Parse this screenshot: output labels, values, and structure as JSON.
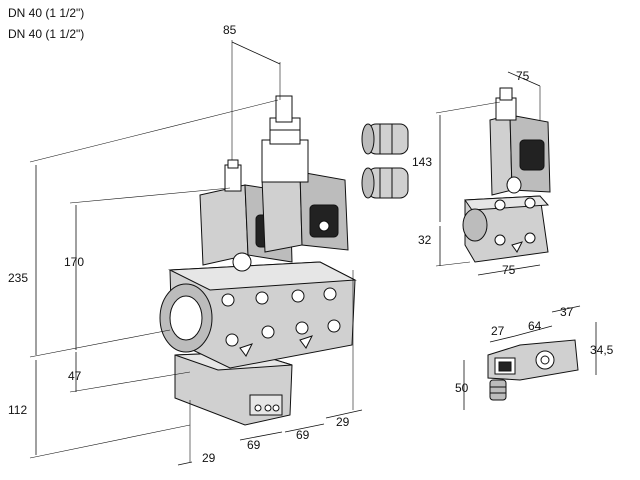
{
  "header": {
    "line1": "DN 40 (1 1/2\")",
    "line2": "DN 40 (1 1/2\")"
  },
  "dimensions": {
    "d85": "85",
    "d75_top": "75",
    "d143": "143",
    "d235": "235",
    "d170": "170",
    "d32": "32",
    "d75_bottom": "75",
    "d27": "27",
    "d64": "64",
    "d37": "37",
    "d34_5": "34,5",
    "d47": "47",
    "d50": "50",
    "d112": "112",
    "d29_right": "29",
    "d69_a": "69",
    "d69_b": "69",
    "d29_bottom": "29"
  },
  "colors": {
    "line": "#111111",
    "body_light": "#e6e6e6",
    "body_mid": "#d0d0d0",
    "body_dark": "#bcbcbc"
  }
}
